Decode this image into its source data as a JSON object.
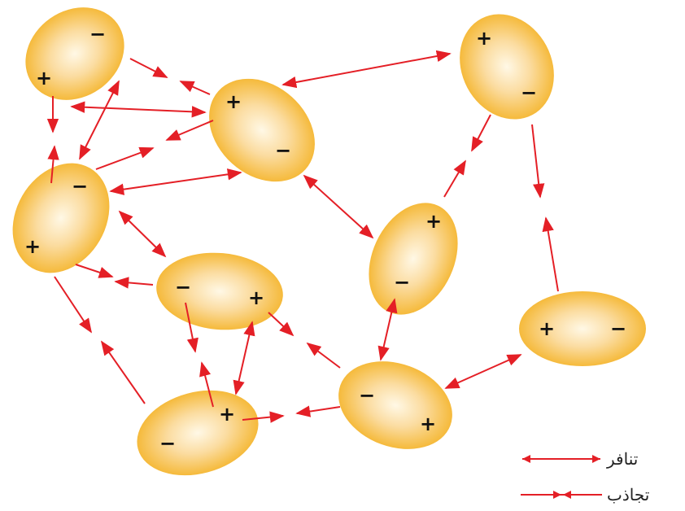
{
  "diagram": {
    "signs": {
      "positive": "+",
      "negative": "−"
    },
    "colors": {
      "molecule_edge": "#f4b327",
      "molecule_center": "#fff8e6",
      "arrow": "#e41f26",
      "sign": "#111111",
      "text": "#222222"
    },
    "molecules": [
      {
        "id": "m1"
      },
      {
        "id": "m2"
      },
      {
        "id": "m3"
      },
      {
        "id": "m4"
      },
      {
        "id": "m5"
      },
      {
        "id": "m6"
      },
      {
        "id": "m7"
      },
      {
        "id": "m8"
      },
      {
        "id": "m9"
      },
      {
        "id": "m10"
      }
    ]
  },
  "legend": {
    "repulsion_label": "تنافر",
    "attraction_label": "تجاذب"
  }
}
